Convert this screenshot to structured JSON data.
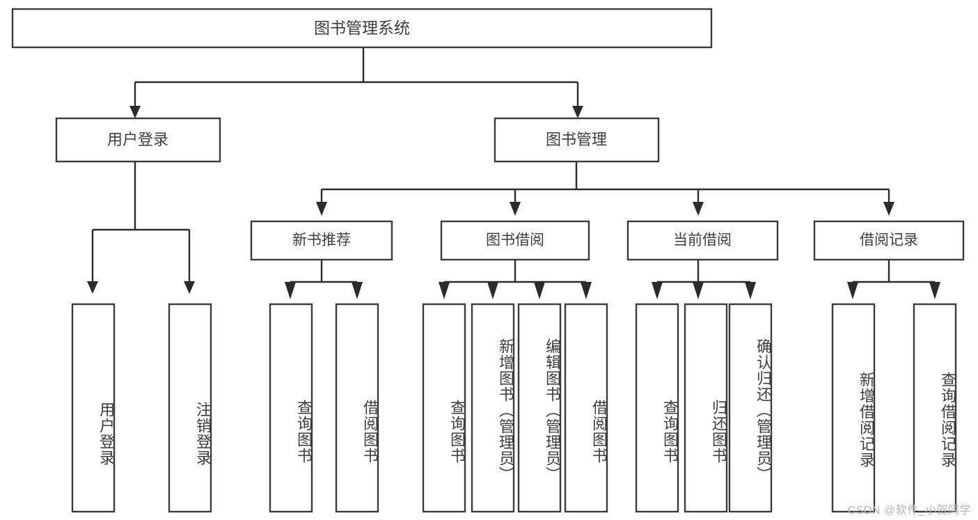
{
  "diagram": {
    "title": "图书管理系统",
    "type": "hierarchy-tree",
    "orientation": "top-down",
    "colors": {
      "box_stroke": "#3b3b3b",
      "box_fill": "#ffffff",
      "connector": "#2b2b2b",
      "text": "#3d3d3d",
      "watermark": "#b9b9b9",
      "background": "#ffffff"
    },
    "root": {
      "label": "图书管理系统"
    },
    "level1": [
      {
        "label": "用户登录"
      },
      {
        "label": "图书管理"
      }
    ],
    "level2": [
      {
        "label": "新书推荐"
      },
      {
        "label": "图书借阅"
      },
      {
        "label": "当前借阅"
      },
      {
        "label": "借阅记录"
      }
    ],
    "leaves": {
      "user_login": [
        {
          "label": "用户登录"
        },
        {
          "label": "注销登录"
        }
      ],
      "new_book_recommend": [
        {
          "label": "查询图书"
        },
        {
          "label": "借阅图书"
        }
      ],
      "book_borrow": [
        {
          "label": "查询图书"
        },
        {
          "label": "新增图书（管理员）"
        },
        {
          "label": "编辑图书（管理员）"
        },
        {
          "label": "借阅图书"
        }
      ],
      "current_borrow": [
        {
          "label": "查询图书"
        },
        {
          "label": "归还图书"
        },
        {
          "label": "确认归还（管理员）"
        }
      ],
      "borrow_record": [
        {
          "label": "新增借阅记录"
        },
        {
          "label": "查询借阅记录"
        }
      ]
    }
  },
  "watermark": {
    "text": "CSDN @软件_小贺同学"
  }
}
